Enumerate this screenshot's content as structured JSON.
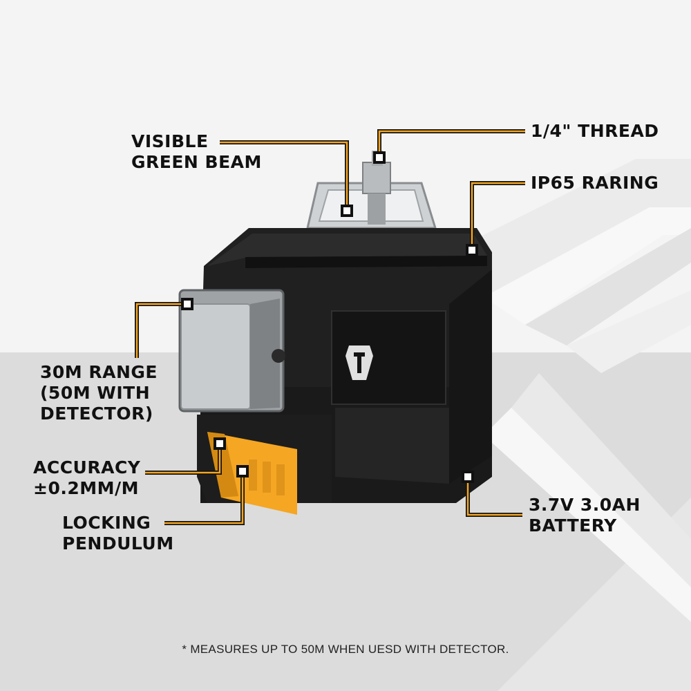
{
  "callouts": {
    "green_beam": [
      "VISIBLE",
      "GREEN BEAM"
    ],
    "thread": [
      "1/4\" THREAD"
    ],
    "ip65": [
      "IP65 RARING"
    ],
    "range": [
      "30M RANGE",
      "(50M WITH",
      "DETECTOR)"
    ],
    "accuracy": [
      "ACCURACY",
      "±0.2MM/M"
    ],
    "pendulum": [
      "LOCKING",
      "PENDULUM"
    ],
    "battery": [
      "3.7V 3.0AH",
      "BATTERY"
    ]
  },
  "footnote": "* MEASURES UP TO 50M WHEN UESD WITH DETECTOR.",
  "colors": {
    "accent": "#f5a623",
    "body": "#1c1c1c",
    "text": "#111111",
    "background": "#f3f3f3"
  },
  "icons": [
    "logo-emblem-icon"
  ]
}
